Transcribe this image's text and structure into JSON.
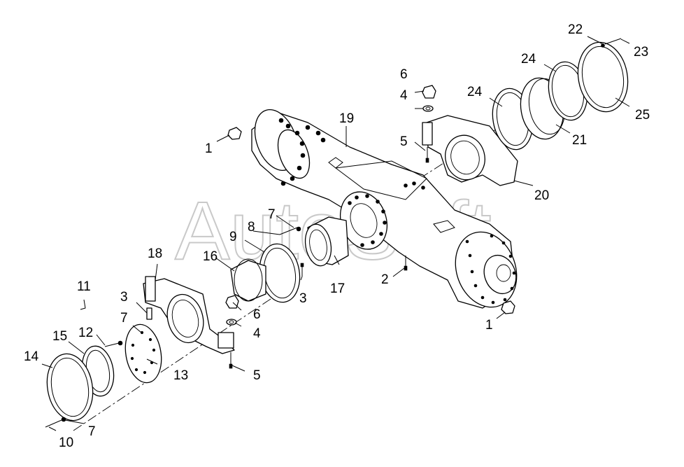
{
  "watermark": "AutoSoft",
  "callouts": {
    "c1a": "1",
    "c1b": "1",
    "c2": "2",
    "c3a": "3",
    "c3b": "3",
    "c4a": "4",
    "c4b": "4",
    "c5a": "5",
    "c5b": "5",
    "c6a": "6",
    "c6b": "6",
    "c7a": "7",
    "c7b": "7",
    "c7c": "7",
    "c8": "8",
    "c9": "9",
    "c10": "10",
    "c11": "11",
    "c12": "12",
    "c13": "13",
    "c14": "14",
    "c15": "15",
    "c16": "16",
    "c17": "17",
    "c18": "18",
    "c19": "19",
    "c20": "20",
    "c21": "21",
    "c22": "22",
    "c23": "23",
    "c24a": "24",
    "c24b": "24",
    "c25": "25"
  }
}
